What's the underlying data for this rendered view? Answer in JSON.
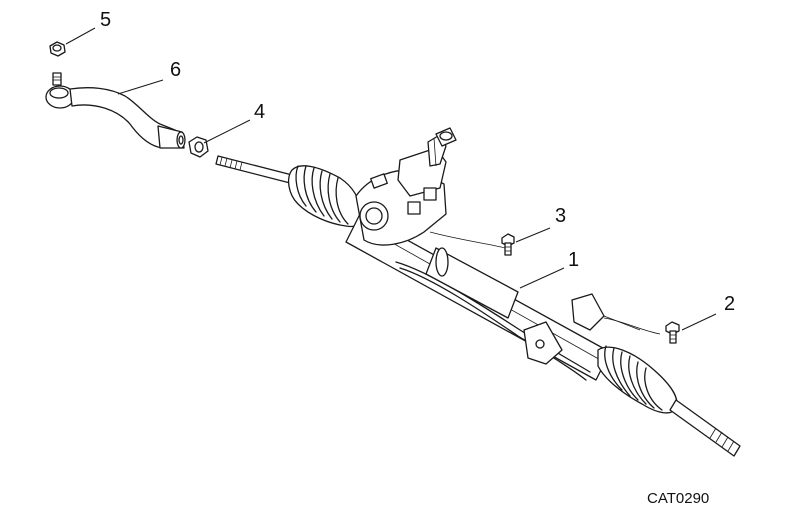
{
  "callouts": {
    "c1": "1",
    "c2": "2",
    "c3": "3",
    "c4": "4",
    "c5": "5",
    "c6": "6"
  },
  "catalog_code": "CAT0290",
  "colors": {
    "ink": "#1a1a1a",
    "background": "#ffffff"
  }
}
